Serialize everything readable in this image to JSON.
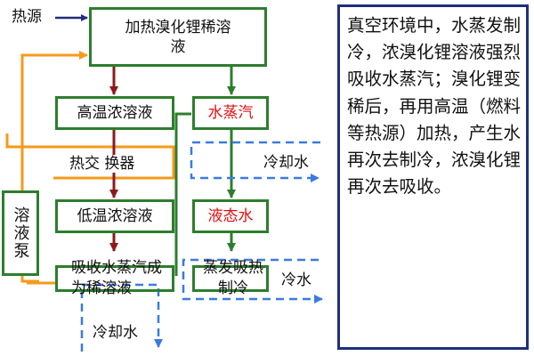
{
  "colors": {
    "box_border": "#2e7d2e",
    "orange_loop": "#f59a1b",
    "red_arrow": "#8b1a1a",
    "dashed_blue": "#3a7be0",
    "heat_arrow": "#1f2f7a",
    "highlight_text": "#e01010",
    "note_border": "#1f2f7a"
  },
  "labels": {
    "heat_source": "热源",
    "heat_exchanger": "热交  换器",
    "cooling_water_top": "冷却水",
    "cooling_water_bottom": "冷却水",
    "cold_water": "冷水",
    "solution_pump": "溶液泵"
  },
  "boxes": {
    "generator": "加热溴化锂稀溶液",
    "high_temp_solution": "高温浓溶液",
    "water_vapor": "水蒸汽",
    "low_temp_solution": "低温浓溶液",
    "liquid_water": "液态水",
    "absorb": "吸收水蒸汽成为稀溶液",
    "evaporate": "蒸发吸热制冷"
  },
  "note": "真空环境中，水蒸发制冷，浓溴化锂溶液强烈吸收水蒸汽；溴化锂变稀后，再用高温（燃料等热源）加热，产生水再次去制冷，浓溴化锂再次去吸收。"
}
